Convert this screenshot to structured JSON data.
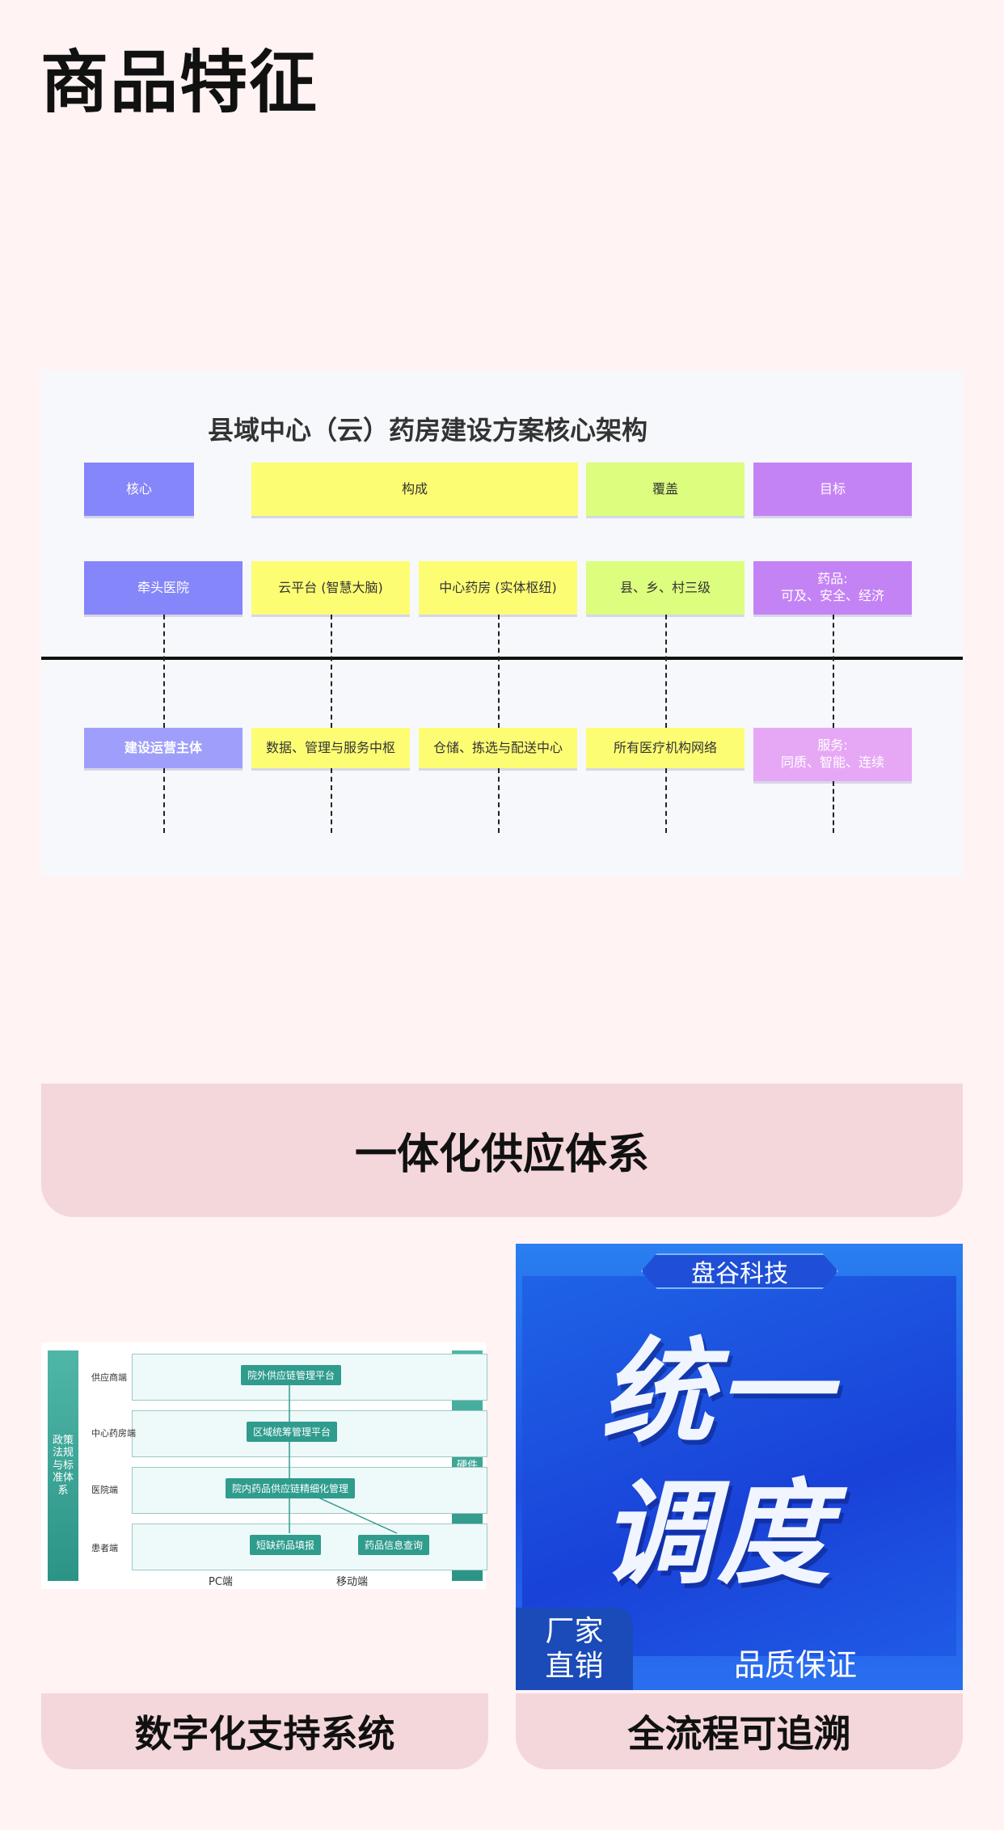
{
  "page": {
    "title": "商品特征"
  },
  "architecture": {
    "title": "县域中心（云）药房建设方案核心架构",
    "headers": [
      "核心",
      "构成",
      "覆盖",
      "目标"
    ],
    "row1": [
      "牵头医院",
      "云平台 (智慧大脑)",
      "中心药房 (实体枢纽)",
      "县、乡、村三级",
      "药品:\n可及、安全、经济"
    ],
    "row2": [
      "建设运营主体",
      "数据、管理与服务中枢",
      "仓储、拣选与配送中心",
      "所有医疗机构网络",
      "服务:\n同质、智能、连续"
    ]
  },
  "section": {
    "title": "一体化供应体系"
  },
  "flow_diagram": {
    "left_bar": "政策\n法规\n与标\n准体\n系",
    "right_bar": "三方\n硬件\n终端",
    "rows": [
      "供应商端",
      "中心药房端",
      "医院端",
      "患者端"
    ],
    "boxes": [
      "院外供应链管理平台",
      "区域统筹管理平台",
      "院内药品供应链精细化管理",
      "短缺药品填报",
      "药品信息查询"
    ],
    "footer": [
      "PC端",
      "移动端"
    ]
  },
  "promo": {
    "brand": "盘谷科技",
    "line1": "统一",
    "line2": "调度",
    "badge": "厂家\n直销",
    "tagline": "品质保证"
  },
  "cards": [
    {
      "caption": "数字化支持系统"
    },
    {
      "caption": "全流程可追溯"
    }
  ]
}
